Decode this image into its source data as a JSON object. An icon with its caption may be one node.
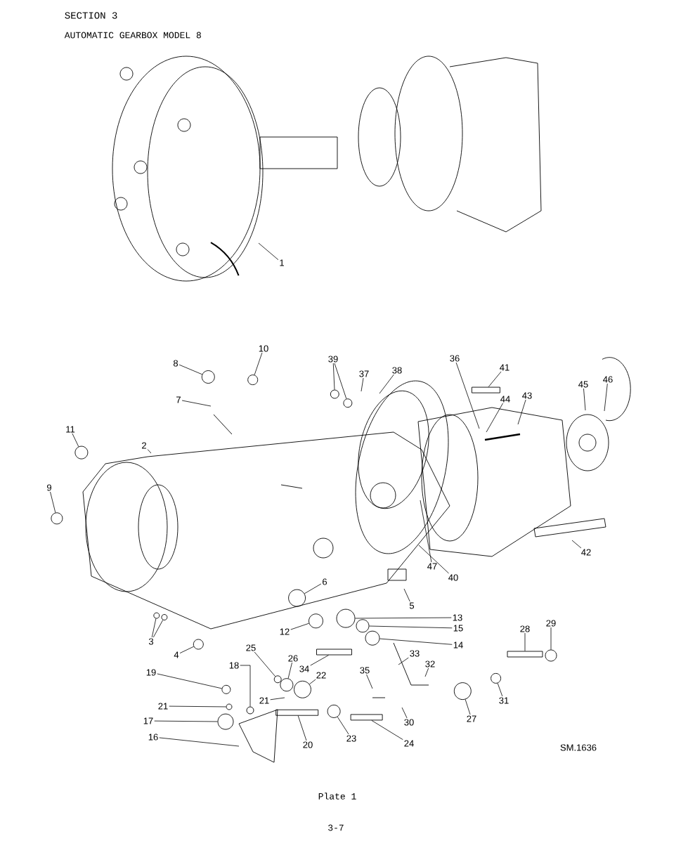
{
  "diagram": {
    "title": "SECTION 3",
    "caption": "Plate 1",
    "nodes": [
      {
        "text": [
          "1"
        ]
      },
      {
        "text": [
          "2"
        ]
      },
      {
        "text": [
          "3"
        ]
      },
      {
        "text": [
          "4"
        ]
      },
      {
        "text": [
          "5"
        ]
      },
      {
        "text": [
          "6"
        ]
      },
      {
        "text": [
          "7"
        ]
      },
      {
        "text": [
          "8"
        ]
      },
      {
        "text": [
          "9"
        ]
      },
      {
        "text": [
          "10"
        ]
      },
      {
        "text": [
          "11"
        ]
      },
      {
        "text": [
          "12"
        ]
      },
      {
        "text": [
          "13"
        ]
      },
      {
        "text": [
          "14"
        ]
      },
      {
        "text": [
          "15"
        ]
      },
      {
        "text": [
          "16"
        ]
      },
      {
        "text": [
          "17"
        ]
      },
      {
        "text": [
          "18"
        ]
      },
      {
        "text": [
          "19"
        ]
      },
      {
        "text": [
          "21"
        ]
      },
      {
        "text": [
          "21"
        ]
      },
      {
        "text": [
          "20"
        ]
      },
      {
        "text": [
          "22"
        ]
      },
      {
        "text": [
          "23"
        ]
      },
      {
        "text": [
          "24"
        ]
      },
      {
        "text": [
          "25"
        ]
      },
      {
        "text": [
          "26"
        ]
      },
      {
        "text": [
          "27"
        ]
      },
      {
        "text": [
          "28"
        ]
      },
      {
        "text": [
          "29"
        ]
      },
      {
        "text": [
          "30"
        ]
      },
      {
        "text": [
          "31"
        ]
      },
      {
        "text": [
          "32"
        ]
      },
      {
        "text": [
          "33"
        ]
      },
      {
        "text": [
          "34"
        ]
      },
      {
        "text": [
          "35"
        ]
      },
      {
        "text": [
          "36"
        ]
      },
      {
        "text": [
          "37"
        ]
      },
      {
        "text": [
          "38"
        ]
      },
      {
        "text": [
          "39"
        ]
      },
      {
        "text": [
          "40"
        ]
      },
      {
        "text": [
          "41"
        ]
      },
      {
        "text": [
          "42"
        ]
      },
      {
        "text": [
          "43"
        ]
      },
      {
        "text": [
          "44"
        ]
      },
      {
        "text": [
          "45"
        ]
      },
      {
        "text": [
          "46"
        ]
      },
      {
        "text": [
          "47"
        ]
      },
      {
        "text": [],
        "shape": "circle"
      },
      {
        "text": [],
        "shape": "circle"
      },
      {
        "text": [],
        "shape": "circle"
      },
      {
        "text": [],
        "shape": "circle"
      },
      {
        "text": [],
        "shape": "circle"
      },
      {
        "text": [],
        "shape": "circle"
      },
      {
        "text": [],
        "shape": "circle"
      },
      {
        "text": [],
        "shape": "circle"
      },
      {
        "text": [],
        "shape": "circle"
      },
      {
        "text": [],
        "shape": "circle"
      },
      {
        "text": [],
        "shape": "circle"
      },
      {
        "text": [],
        "shape": "circle"
      },
      {
        "text": [],
        "shape": "circle"
      },
      {
        "text": [],
        "shape": "circle"
      },
      {
        "text": [],
        "shape": "circle"
      },
      {
        "text": [],
        "shape": "bar"
      },
      {
        "text": [],
        "shape": "circle"
      },
      {
        "text": [],
        "shape": "circle"
      },
      {
        "text": [],
        "shape": "bar"
      },
      {
        "text": [],
        "shape": "circle"
      },
      {
        "text": [],
        "shape": "circle"
      },
      {
        "text": [],
        "shape": "circle"
      },
      {
        "text": [],
        "shape": "bar"
      },
      {
        "text": [],
        "shape": "circle"
      },
      {
        "text": [],
        "shape": "circle"
      },
      {
        "text": [],
        "shape": "bar"
      },
      {
        "text": [],
        "shape": "circle"
      },
      {
        "text": [],
        "shape": "circle"
      },
      {
        "text": [],
        "shape": "bar"
      },
      {
        "text": [],
        "shape": "circle"
      }
    ],
    "edges": [
      {
        "from": 0,
        "to": null,
        "arrow": "none"
      },
      {
        "from": 1,
        "to": null,
        "arrow": "none"
      },
      {
        "from": 2,
        "to": 48,
        "arrow": "none"
      },
      {
        "from": 2,
        "to": 49,
        "arrow": "none"
      },
      {
        "from": 3,
        "to": 50,
        "arrow": "none"
      },
      {
        "from": 4,
        "to": null,
        "arrow": "none"
      },
      {
        "from": 5,
        "to": 51,
        "arrow": "none"
      },
      {
        "from": 6,
        "to": null,
        "arrow": "none"
      },
      {
        "from": 7,
        "to": 52,
        "arrow": "none"
      },
      {
        "from": 8,
        "to": 53,
        "arrow": "none"
      },
      {
        "from": 9,
        "to": 54,
        "arrow": "none"
      },
      {
        "from": 10,
        "to": 55,
        "arrow": "none"
      },
      {
        "from": 11,
        "to": 56,
        "arrow": "none"
      },
      {
        "from": 12,
        "to": 57,
        "arrow": "none"
      },
      {
        "from": 13,
        "to": 58,
        "arrow": "none"
      },
      {
        "from": 14,
        "to": 59,
        "arrow": "none"
      },
      {
        "from": 15,
        "to": null,
        "arrow": "none"
      },
      {
        "from": 16,
        "to": 60,
        "arrow": "none"
      },
      {
        "from": 17,
        "to": 61,
        "arrow": "none"
      },
      {
        "from": 18,
        "to": 62,
        "arrow": "none"
      },
      {
        "from": 19,
        "to": 77,
        "arrow": "none"
      },
      {
        "from": 20,
        "to": null,
        "arrow": "none"
      },
      {
        "from": 21,
        "to": 63,
        "arrow": "none"
      },
      {
        "from": 22,
        "to": 64,
        "arrow": "none"
      },
      {
        "from": 23,
        "to": 65,
        "arrow": "none"
      },
      {
        "from": 24,
        "to": 66,
        "arrow": "none"
      },
      {
        "from": 25,
        "to": 67,
        "arrow": "none"
      },
      {
        "from": 26,
        "to": 68,
        "arrow": "none"
      },
      {
        "from": 27,
        "to": 69,
        "arrow": "none"
      },
      {
        "from": 28,
        "to": 70,
        "arrow": "none"
      },
      {
        "from": 29,
        "to": 71,
        "arrow": "none"
      },
      {
        "from": 30,
        "to": null,
        "arrow": "none"
      },
      {
        "from": 31,
        "to": 72,
        "arrow": "none"
      },
      {
        "from": 32,
        "to": null,
        "arrow": "none"
      },
      {
        "from": 33,
        "to": null,
        "arrow": "none"
      },
      {
        "from": 34,
        "to": 73,
        "arrow": "none"
      },
      {
        "from": 35,
        "to": null,
        "arrow": "none"
      },
      {
        "from": 36,
        "to": null,
        "arrow": "none"
      },
      {
        "from": 37,
        "to": null,
        "arrow": "none"
      },
      {
        "from": 38,
        "to": null,
        "arrow": "none"
      },
      {
        "from": 39,
        "to": 74,
        "arrow": "none"
      },
      {
        "from": 39,
        "to": 75,
        "arrow": "none"
      },
      {
        "from": 40,
        "to": null,
        "arrow": "none"
      },
      {
        "from": 41,
        "to": 76,
        "arrow": "none"
      },
      {
        "from": 42,
        "to": null,
        "arrow": "none"
      },
      {
        "from": 43,
        "to": null,
        "arrow": "none"
      },
      {
        "from": 44,
        "to": null,
        "arrow": "none"
      },
      {
        "from": 45,
        "to": null,
        "arrow": "none"
      },
      {
        "from": 46,
        "to": null,
        "arrow": "none"
      },
      {
        "from": 47,
        "to": null,
        "arrow": "none"
      }
    ],
    "labels": [
      "AUTOMATIC GEARBOX MODEL 8",
      "SM.1636",
      "3-7"
    ]
  }
}
